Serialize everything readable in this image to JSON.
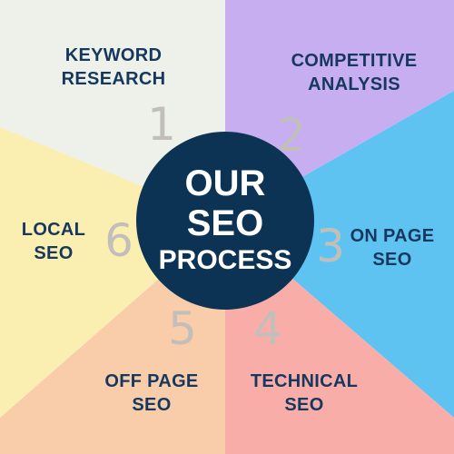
{
  "colors": {
    "center_bg": "#0d3354",
    "center_text": "#ffffff",
    "label_text": "#16385e",
    "number_text": "#c2bfbb",
    "segments": [
      "#edf1e9",
      "#c6aef0",
      "#5fc3f1",
      "#f9ada9",
      "#f9cda9",
      "#fbeeb1"
    ]
  },
  "center": {
    "line1": "OUR",
    "line2": "SEO",
    "line3": "PROCESS"
  },
  "steps": [
    {
      "number": "1",
      "line1": "KEYWORD",
      "line2": "RESEARCH"
    },
    {
      "number": "2",
      "line1": "COMPETITIVE",
      "line2": "ANALYSIS"
    },
    {
      "number": "3",
      "line1": "ON PAGE",
      "line2": "SEO"
    },
    {
      "number": "4",
      "line1": "TECHNICAL",
      "line2": "SEO"
    },
    {
      "number": "5",
      "line1": "OFF PAGE",
      "line2": "SEO"
    },
    {
      "number": "6",
      "line1": "LOCAL",
      "line2": "SEO"
    }
  ]
}
